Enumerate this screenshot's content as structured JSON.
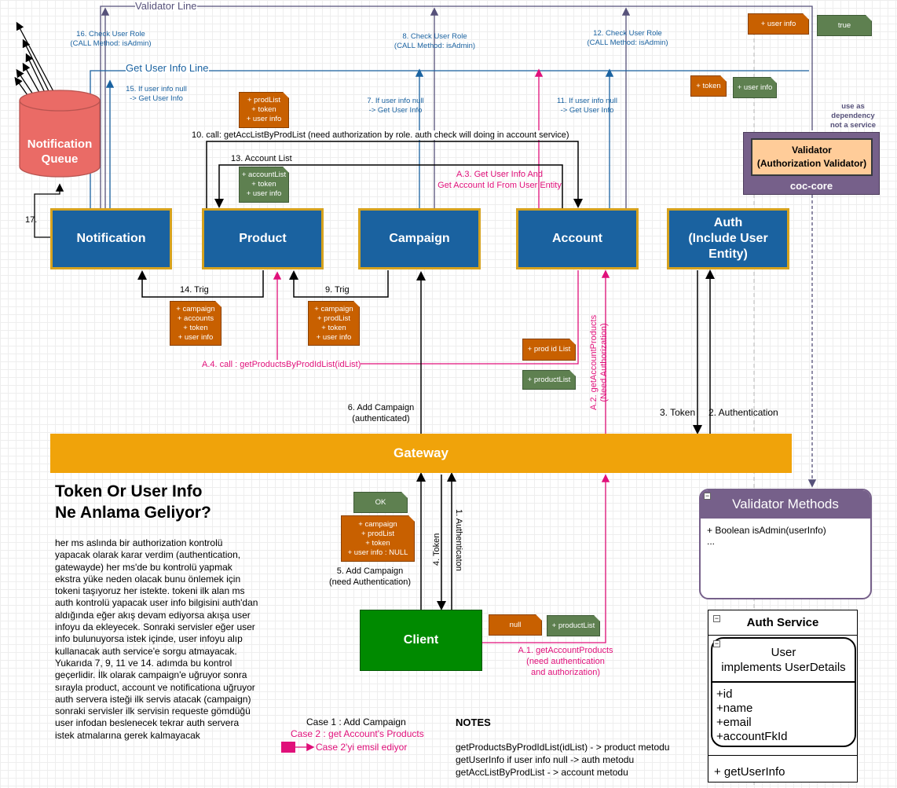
{
  "lines": {
    "validator": "Validator Line",
    "get_user_info": "Get User Info Line"
  },
  "services": {
    "notification": "Notification",
    "product": "Product",
    "campaign": "Campaign",
    "account": "Account",
    "auth": "Auth\n(Include User Entity)"
  },
  "queue": "Notification\nQueue",
  "gateway": "Gateway",
  "client": "Client",
  "validator": {
    "title": "Validator\n(Authorization Validator)",
    "module": "coc-core",
    "dependency_note": "use as\ndependency\nnot a service"
  },
  "validator_methods": {
    "title": "Validator Methods",
    "method": "+ Boolean isAdmin(userInfo)",
    "more": "..."
  },
  "auth_service": {
    "title": "Auth Service",
    "entity": "User\nimplements UserDetails",
    "fields": "+id\n+name\n+email\n+accountFkId",
    "method": "+ getUserInfo"
  },
  "labels": {
    "l16": "16. Check User Role",
    "l16b": "(CALL Method: isAdmin)",
    "l8": "8. Check User Role",
    "l8b": "(CALL Method: isAdmin)",
    "l12": "12. Check User Role",
    "l12b": "(CALL Method: isAdmin)",
    "l15": "15. If user info null\n-> Get User Info",
    "l7": "7. If user info null\n-> Get User Info",
    "l11": "11. If user info null\n-> Get User Info",
    "l10": "10. call: getAccListByProdList (need authorization by role. auth check will doing in account service)",
    "l13": "13. Account List",
    "la3": "A.3. Get User Info And\nGet Account Id From User Entity",
    "l17": "17.",
    "l14": "14. Trig",
    "l9": "9. Trig",
    "la4": "A.4. call : getProductsByProdIdList(idList)",
    "la2": "A.2. getAccountProducts\n(Need Authorization)",
    "l6": "6. Add Campaign\n(authenticated)",
    "l3": "3. Token",
    "l2": "2. Authentication",
    "l5": "5. Add Campaign\n(need Authentication)",
    "l4": "4. Token",
    "l1": "1. Authenticaton",
    "la1": "A.1. getAccountProducts\n(need authentication\nand authorization)"
  },
  "notes": {
    "user_info_top": "+ user info",
    "true": "true",
    "token": "+ token",
    "user_info_mid": "+ user info",
    "prod_token_user": "+ prodList\n+ token\n+ user info",
    "account_list": "+ accountList\n+ token\n+ user info",
    "camp_acc": "+ campaign\n+ accounts\n+ token\n+ user info",
    "camp_prod": "+ campaign\n+ prodList\n+ token\n+ user info",
    "prod_id_list": "+ prod id List",
    "product_list_mid": "+ productList",
    "ok": "OK",
    "camp_null": "+ campaign\n+ prodList\n+ token\n+ user info : NULL",
    "null": "null",
    "product_list_bottom": "+ productList"
  },
  "explanation": {
    "heading": "Token Or User Info\nNe Anlama Geliyor?",
    "body": "her ms aslında bir authorization kontrolü yapacak olarak karar verdim (authentication, gatewayde) her ms'de bu kontrolü yapmak ekstra yüke neden olacak bunu önlemek için tokeni taşıyoruz her istekte. tokeni ilk alan ms auth kontrolü yapacak user info bilgisini auth'dan aldığında eğer akış devam ediyorsa akışa user infoyu da ekleyecek. Sonraki servisler eğer user info bulunuyorsa istek içinde, user infoyu alıp kullanacak auth service'e sorgu atmayacak.\nYukarıda 7, 9, 11 ve 14. adımda bu kontrol geçerlidir. İlk olarak campaign'e uğruyor sonra sırayla product, account ve notificationa uğruyor auth servera isteği ilk servis atacak (campaign) sonraki servisler ilk servisin requeste gömdüğü user infodan beslenecek tekrar auth servera istek atmalarına gerek kalmayacak"
  },
  "legend": {
    "case1": "Case 1 : Add Campaign",
    "case2": "Case 2 : get Account's Products",
    "case2_ref": "Case 2'yi emsil ediyor"
  },
  "notes_section": {
    "title": "NOTES",
    "line1": "getProductsByProdIdList(idList) - > product metodu",
    "line2": "getUserInfo if user info null -> auth metodu",
    "line3": "getAccListByProdList - > account metodu"
  },
  "colors": {
    "service": "#1a62a0",
    "gateway": "#f0a30a",
    "client": "#008a00",
    "queue": "#ea6b66",
    "case2": "#e0107a",
    "validator": "#76608a"
  }
}
